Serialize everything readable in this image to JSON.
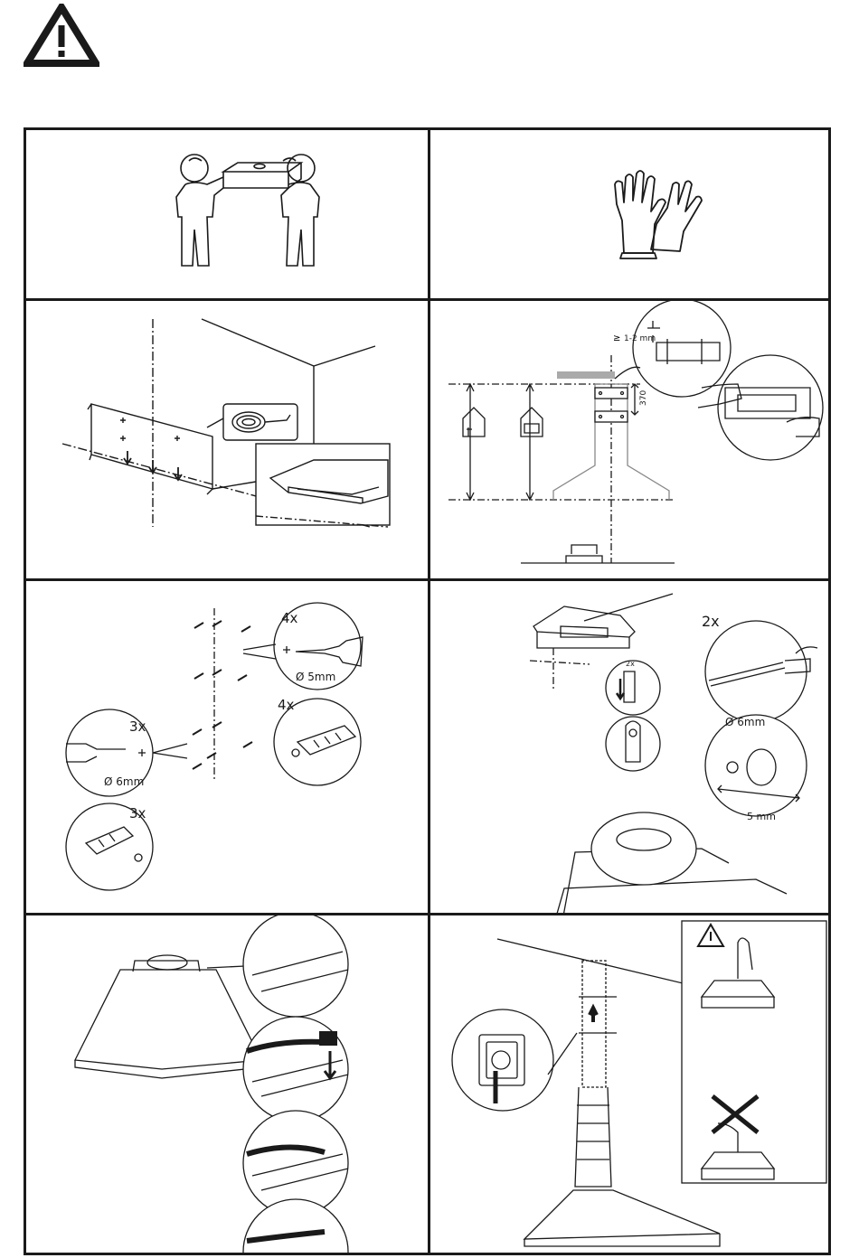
{
  "panels": {
    "p4": {
      "gap_label": "1-2 mm",
      "height_label": "370"
    },
    "p5": {
      "qty_a": "4x",
      "drill_a": "Ø 5mm",
      "qty_b": "4x",
      "qty_c": "3x",
      "drill_c": "Ø 6mm",
      "qty_d": "3x"
    },
    "p6": {
      "qty_hooks": "2x",
      "qty_screws": "2x",
      "drill": "Ø 6mm",
      "gap": "5 mm"
    }
  }
}
